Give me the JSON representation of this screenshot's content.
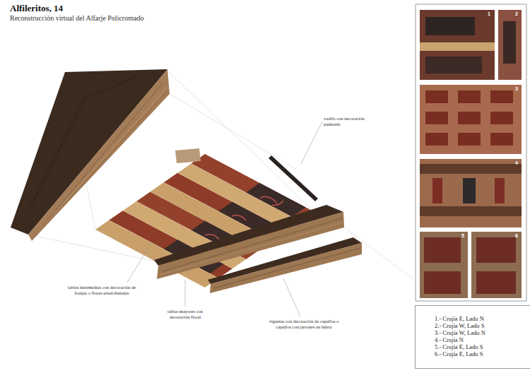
{
  "diagram": {
    "title": "Alfileritos, 14",
    "nodes": [
      {
        "text": [
          "1.- Crujía E, Lado N",
          "2.- Crujía W, Lado S",
          "3.- Crujía W, Lado N",
          "4.- Crujía N",
          "5.- Crujía E, Lado S",
          "6.- Crujía E, Lado S"
        ]
      }
    ],
    "labels": [
      "Reconstrucción virtual del Alfarje Policromado",
      "varilla con decoración punteada",
      "tablas intermedias con decoración de franjas o flores sexalobuladas",
      "tablas mayores con decoración floral",
      "viguetas con decoración de capullos o capullos con jarrones en hilera",
      "1",
      "2",
      "3",
      "4",
      "5",
      "6"
    ]
  }
}
